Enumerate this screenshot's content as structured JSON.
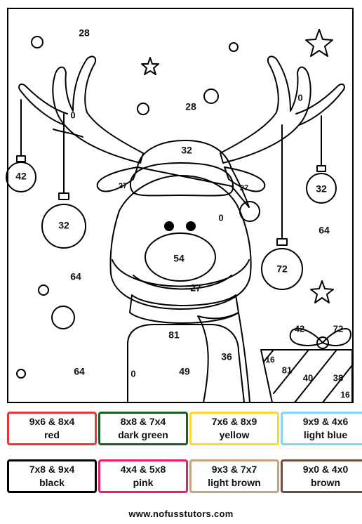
{
  "picture": {
    "numbers": [
      {
        "id": "top-left-sky",
        "text": "28"
      },
      {
        "id": "mid-sky",
        "text": "28"
      },
      {
        "id": "hat-band",
        "text": "32"
      },
      {
        "id": "left-ear",
        "text": "27"
      },
      {
        "id": "right-ear",
        "text": "27"
      },
      {
        "id": "left-antler",
        "text": "0"
      },
      {
        "id": "right-antler",
        "text": "0"
      },
      {
        "id": "left-ornament-1",
        "text": "42"
      },
      {
        "id": "left-ornament-2",
        "text": "32"
      },
      {
        "id": "right-ornament-1",
        "text": "32"
      },
      {
        "id": "right-ornament-2",
        "text": "72"
      },
      {
        "id": "right-sky",
        "text": "64"
      },
      {
        "id": "left-sky",
        "text": "64"
      },
      {
        "id": "nose",
        "text": "54"
      },
      {
        "id": "face",
        "text": "0"
      },
      {
        "id": "mouth",
        "text": "27"
      },
      {
        "id": "scarf-knot",
        "text": "81"
      },
      {
        "id": "scarf-tail",
        "text": "36"
      },
      {
        "id": "body",
        "text": "49"
      },
      {
        "id": "body-left",
        "text": "0"
      },
      {
        "id": "ground-left",
        "text": "64"
      },
      {
        "id": "bow-left",
        "text": "42"
      },
      {
        "id": "bow-right",
        "text": "72"
      },
      {
        "id": "gift-1",
        "text": "16"
      },
      {
        "id": "gift-2",
        "text": "81"
      },
      {
        "id": "gift-3",
        "text": "40"
      },
      {
        "id": "gift-4",
        "text": "38"
      },
      {
        "id": "gift-5",
        "text": "16"
      }
    ]
  },
  "legend": [
    {
      "formula": "9x6 & 8x4",
      "color_name": "red",
      "border": "#e53935"
    },
    {
      "formula": "8x8 & 7x4",
      "color_name": "dark green",
      "border": "#1b5e20"
    },
    {
      "formula": "7x6 & 8x9",
      "color_name": "yellow",
      "border": "#fdd835"
    },
    {
      "formula": "9x9 & 4x6",
      "color_name": "light blue",
      "border": "#81d4fa"
    },
    {
      "formula": "7x8 & 9x4",
      "color_name": "black",
      "border": "#000000"
    },
    {
      "formula": "4x4 & 5x8",
      "color_name": "pink",
      "border": "#e91e63"
    },
    {
      "formula": "9x3 & 7x7",
      "color_name": "light brown",
      "border": "#c8a27a"
    },
    {
      "formula": "9x0 & 4x0",
      "color_name": "brown",
      "border": "#6d4c41"
    }
  ],
  "footer": "www.nofusstutors.com"
}
